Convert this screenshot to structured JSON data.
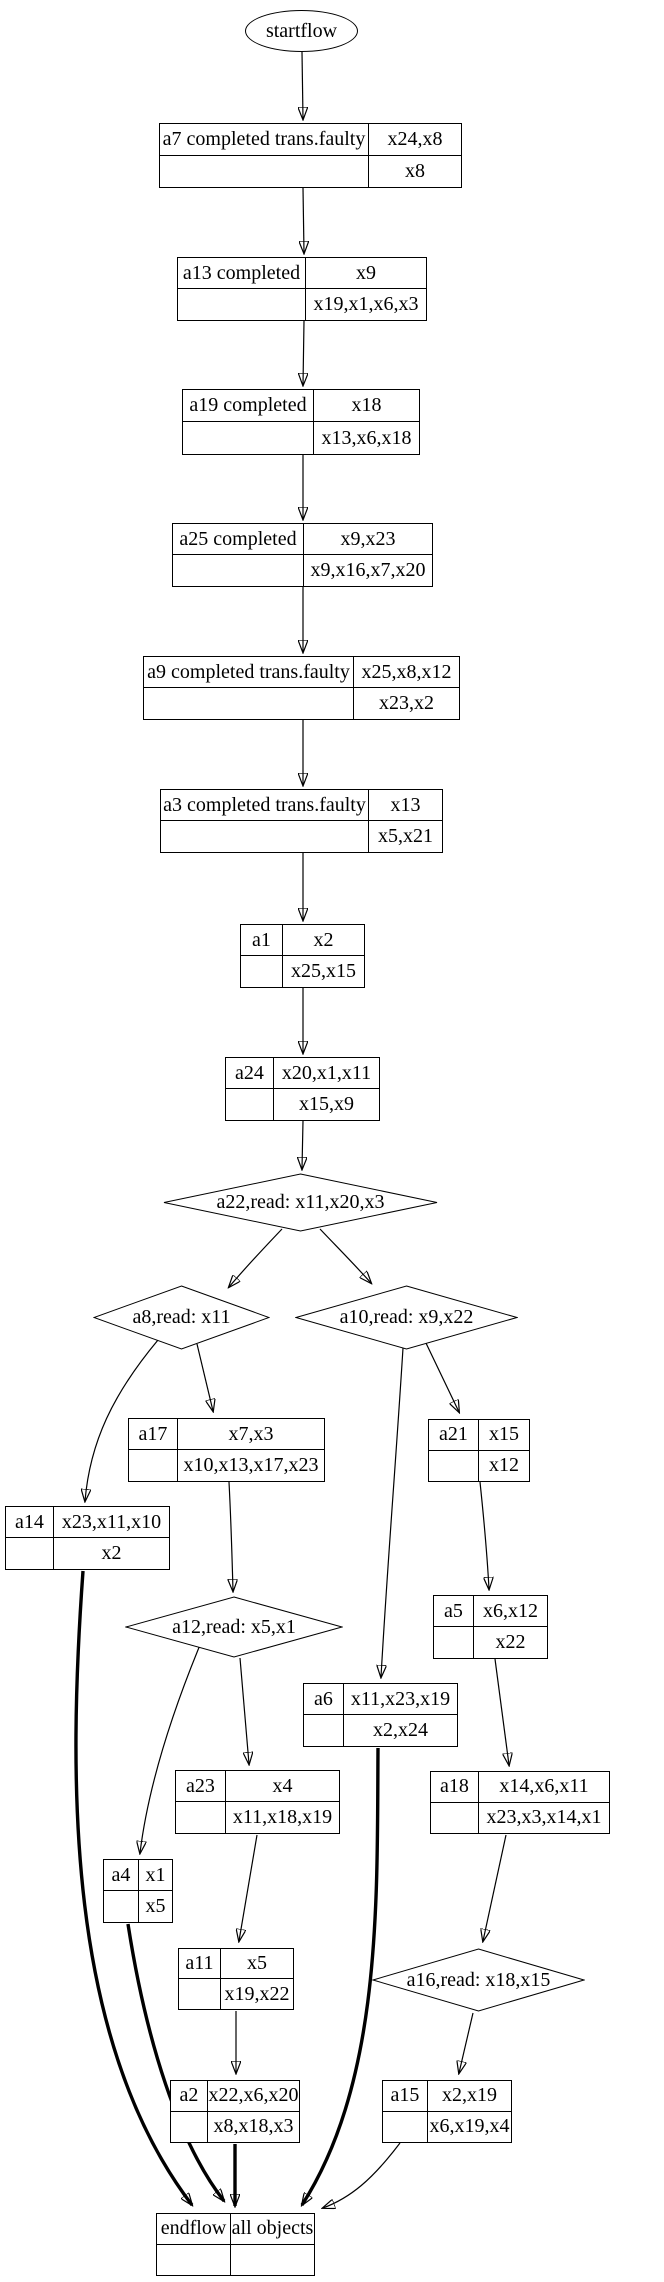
{
  "diagram": {
    "background_color": "#ffffff",
    "stroke_color": "#000000",
    "nodes": {
      "startflow": {
        "type": "ellipse",
        "label": "startflow"
      },
      "a7": {
        "type": "record",
        "label": "a7 completed trans.faulty",
        "top_right": "x24,x8",
        "bottom_right": "x8"
      },
      "a13": {
        "type": "record",
        "label": "a13 completed",
        "top_right": "x9",
        "bottom_right": "x19,x1,x6,x3"
      },
      "a19": {
        "type": "record",
        "label": "a19 completed",
        "top_right": "x18",
        "bottom_right": "x13,x6,x18"
      },
      "a25": {
        "type": "record",
        "label": "a25 completed",
        "top_right": "x9,x23",
        "bottom_right": "x9,x16,x7,x20"
      },
      "a9": {
        "type": "record",
        "label": "a9 completed trans.faulty",
        "top_right": "x25,x8,x12",
        "bottom_right": "x23,x2"
      },
      "a3": {
        "type": "record",
        "label": "a3 completed trans.faulty",
        "top_right": "x13",
        "bottom_right": "x5,x21"
      },
      "a1": {
        "type": "record",
        "label": "a1",
        "top_right": "x2",
        "bottom_right": "x25,x15"
      },
      "a24": {
        "type": "record",
        "label": "a24",
        "top_right": "x20,x1,x11",
        "bottom_right": "x15,x9"
      },
      "a22": {
        "type": "diamond",
        "label": "a22,read: x11,x20,x3"
      },
      "a8": {
        "type": "diamond",
        "label": "a8,read: x11"
      },
      "a10": {
        "type": "diamond",
        "label": "a10,read: x9,x22"
      },
      "a17": {
        "type": "record",
        "label": "a17",
        "top_right": "x7,x3",
        "bottom_right": "x10,x13,x17,x23"
      },
      "a21": {
        "type": "record",
        "label": "a21",
        "top_right": "x15",
        "bottom_right": "x12"
      },
      "a14": {
        "type": "record",
        "label": "a14",
        "top_right": "x23,x11,x10",
        "bottom_right": "x2"
      },
      "a5": {
        "type": "record",
        "label": "a5",
        "top_right": "x6,x12",
        "bottom_right": "x22"
      },
      "a12": {
        "type": "diamond",
        "label": "a12,read: x5,x1"
      },
      "a6": {
        "type": "record",
        "label": "a6",
        "top_right": "x11,x23,x19",
        "bottom_right": "x2,x24"
      },
      "a23": {
        "type": "record",
        "label": "a23",
        "top_right": "x4",
        "bottom_right": "x11,x18,x19"
      },
      "a18": {
        "type": "record",
        "label": "a18",
        "top_right": "x14,x6,x11",
        "bottom_right": "x23,x3,x14,x1"
      },
      "a4": {
        "type": "record",
        "label": "a4",
        "top_right": "x1",
        "bottom_right": "x5"
      },
      "a11": {
        "type": "record",
        "label": "a11",
        "top_right": "x5",
        "bottom_right": "x19,x22"
      },
      "a16": {
        "type": "diamond",
        "label": "a16,read: x18,x15"
      },
      "a2": {
        "type": "record",
        "label": "a2",
        "top_right": "x22,x6,x20",
        "bottom_right": "x8,x18,x3"
      },
      "a15": {
        "type": "record",
        "label": "a15",
        "top_right": "x2,x19",
        "bottom_right": "x6,x19,x4"
      },
      "endflow": {
        "type": "record",
        "label": "endflow",
        "top_right": "all objects",
        "bottom_right": ""
      }
    },
    "edges": [
      {
        "from": "startflow",
        "to": "a7"
      },
      {
        "from": "a7",
        "to": "a13"
      },
      {
        "from": "a13",
        "to": "a19"
      },
      {
        "from": "a19",
        "to": "a25"
      },
      {
        "from": "a25",
        "to": "a9"
      },
      {
        "from": "a9",
        "to": "a3"
      },
      {
        "from": "a3",
        "to": "a1"
      },
      {
        "from": "a1",
        "to": "a24"
      },
      {
        "from": "a24",
        "to": "a22"
      },
      {
        "from": "a22",
        "to": "a8"
      },
      {
        "from": "a22",
        "to": "a10"
      },
      {
        "from": "a8",
        "to": "a17"
      },
      {
        "from": "a8",
        "to": "a14"
      },
      {
        "from": "a17",
        "to": "a12"
      },
      {
        "from": "a10",
        "to": "a21"
      },
      {
        "from": "a10",
        "to": "a6"
      },
      {
        "from": "a21",
        "to": "a5"
      },
      {
        "from": "a5",
        "to": "a18"
      },
      {
        "from": "a12",
        "to": "a4"
      },
      {
        "from": "a12",
        "to": "a23"
      },
      {
        "from": "a23",
        "to": "a11"
      },
      {
        "from": "a18",
        "to": "a16"
      },
      {
        "from": "a11",
        "to": "a2"
      },
      {
        "from": "a16",
        "to": "a15"
      },
      {
        "from": "a14",
        "to": "endflow",
        "bold": true
      },
      {
        "from": "a4",
        "to": "endflow",
        "bold": true
      },
      {
        "from": "a2",
        "to": "endflow",
        "bold": true
      },
      {
        "from": "a6",
        "to": "endflow",
        "bold": true
      },
      {
        "from": "a15",
        "to": "endflow"
      }
    ]
  }
}
